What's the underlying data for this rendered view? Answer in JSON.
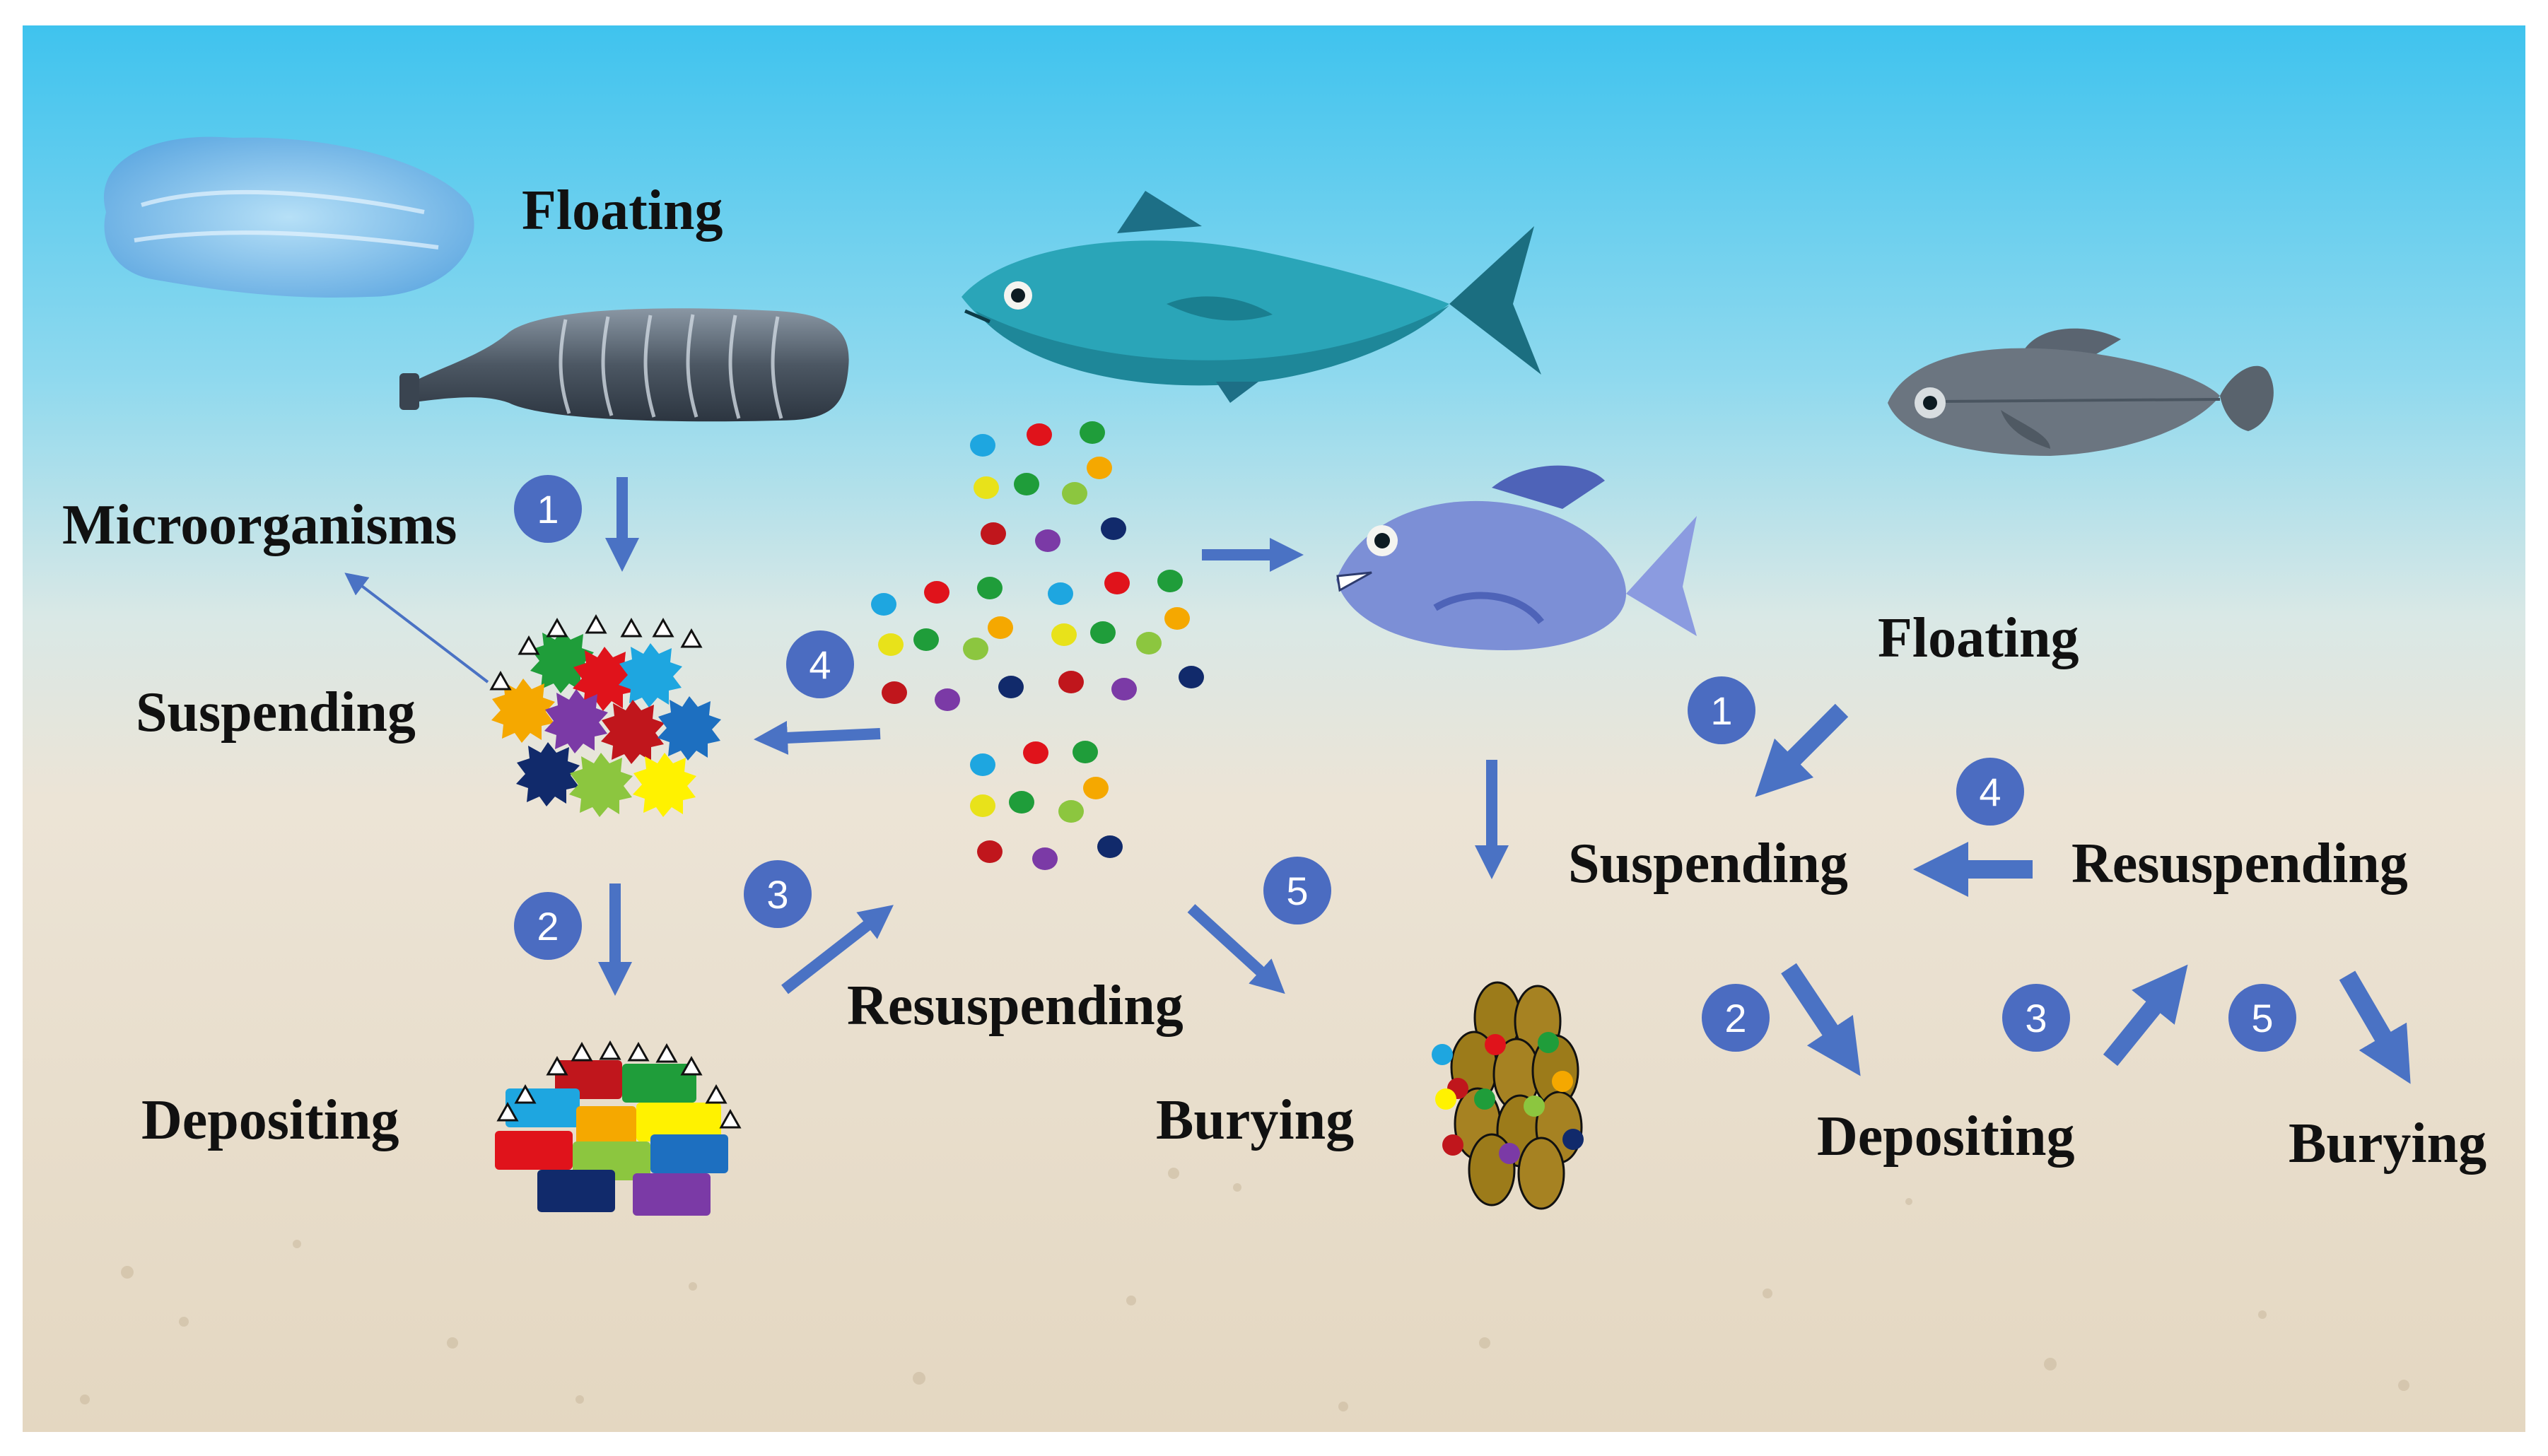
{
  "left": {
    "floating": "Floating",
    "microorganisms": "Microorganisms",
    "suspending": "Suspending",
    "depositing": "Depositing",
    "resuspending": "Resuspending",
    "burying": "Burying"
  },
  "right": {
    "floating": "Floating",
    "suspending": "Suspending",
    "resuspending": "Resuspending",
    "depositing": "Depositing",
    "burying": "Burying"
  },
  "steps": {
    "left_1": "1",
    "left_2": "2",
    "left_3": "3",
    "left_4": "4",
    "left_5": "5",
    "right_1": "1",
    "right_2": "2",
    "right_3": "3",
    "right_4": "4",
    "right_5": "5"
  },
  "colors": {
    "badge": "#4b6cc1",
    "arrow": "#4a72c4",
    "sky_top": "#48c6ee",
    "sand": "#e9dfcf"
  },
  "icons": [
    "plastic-bag-icon",
    "plastic-bottle-icon",
    "tuna-fish-icon",
    "blue-fish-icon",
    "grey-fish-icon",
    "microplastic-particle-icon",
    "biofilm-cluster-icon",
    "sediment-block-icon",
    "buried-particle-icon"
  ]
}
